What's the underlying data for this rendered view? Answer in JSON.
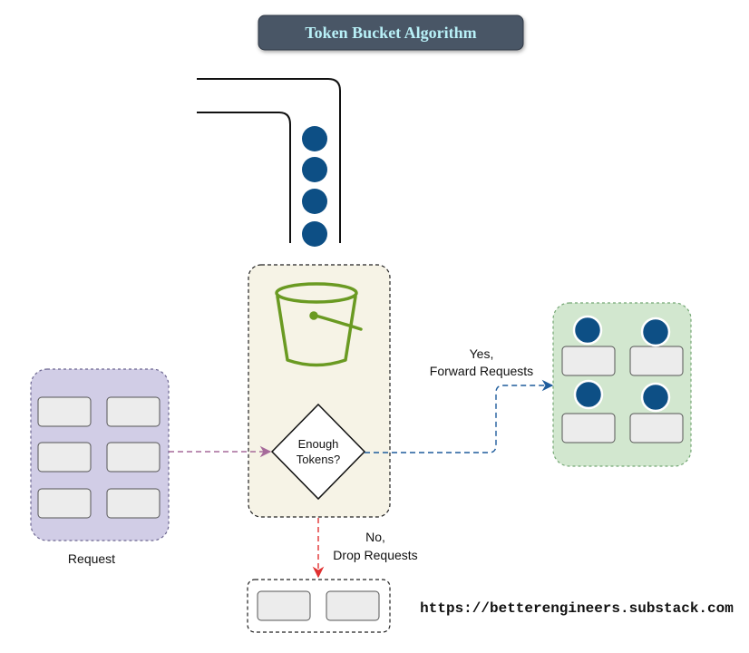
{
  "title": "Token Bucket Algorithm",
  "decision": {
    "line1": "Enough",
    "line2": "Tokens?"
  },
  "yes_label": {
    "line1": "Yes,",
    "line2": "Forward Requests"
  },
  "no_label": {
    "line1": "No,",
    "line2": "Drop Requests"
  },
  "request_label": "Request",
  "website": "https://betterengineers.substack.com",
  "colors": {
    "title_bg": "#4a5666",
    "title_text": "#b8f0f7",
    "token": "#0d4f85",
    "request_group": "#d1cde6",
    "bucket_area": "#f6f3e6",
    "bucket_stroke": "#6a9a22",
    "forward_group": "#d2e7cf",
    "arrow_request": "#a66a9a",
    "arrow_forward": "#1e5c9c",
    "arrow_drop": "#e03030"
  },
  "icons": {
    "bucket": "bucket-icon",
    "token": "token-circle",
    "user": "user-icon"
  }
}
